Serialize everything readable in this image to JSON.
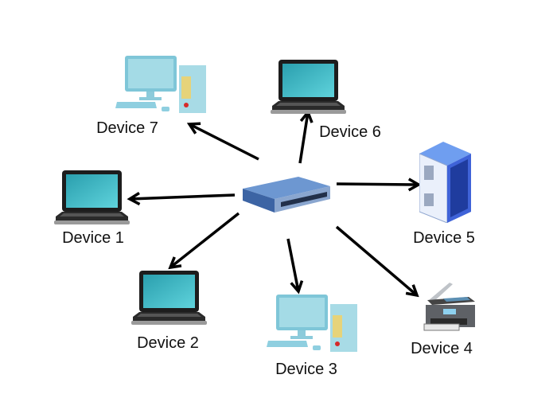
{
  "diagram": {
    "hub": {
      "icon": "network-switch-icon"
    },
    "devices": [
      {
        "id": "device-1",
        "label": "Device 1",
        "icon": "laptop-icon"
      },
      {
        "id": "device-2",
        "label": "Device 2",
        "icon": "laptop-icon"
      },
      {
        "id": "device-3",
        "label": "Device 3",
        "icon": "desktop-computer-icon"
      },
      {
        "id": "device-4",
        "label": "Device 4",
        "icon": "printer-icon"
      },
      {
        "id": "device-5",
        "label": "Device 5",
        "icon": "server-rack-icon"
      },
      {
        "id": "device-6",
        "label": "Device 6",
        "icon": "laptop-icon"
      },
      {
        "id": "device-7",
        "label": "Device 7",
        "icon": "desktop-computer-icon"
      }
    ],
    "edges": [
      {
        "from": "hub",
        "to": "device-1"
      },
      {
        "from": "hub",
        "to": "device-2"
      },
      {
        "from": "hub",
        "to": "device-3"
      },
      {
        "from": "hub",
        "to": "device-4"
      },
      {
        "from": "hub",
        "to": "device-5"
      },
      {
        "from": "hub",
        "to": "device-6"
      },
      {
        "from": "hub",
        "to": "device-7"
      }
    ],
    "colors": {
      "arrow": "#000000",
      "screen": "#3fb8c4",
      "switch": "#4a78b8",
      "server": "#3f63d8"
    }
  }
}
